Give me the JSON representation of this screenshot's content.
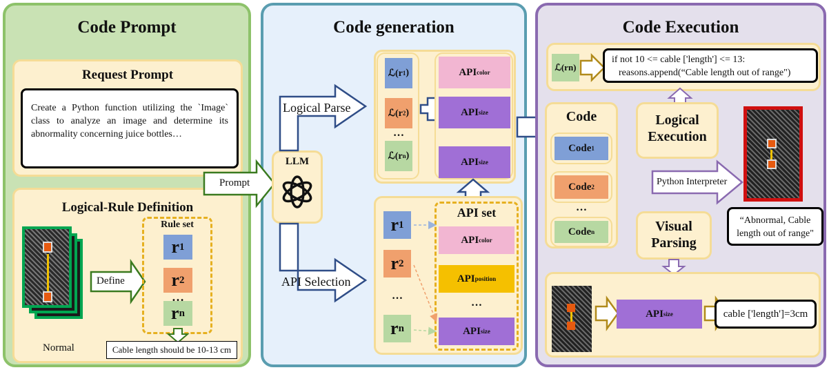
{
  "panels": {
    "prompt": {
      "title": "Code Prompt",
      "request_title": "Request Prompt",
      "request_text": "Create a Python function utilizing the `Image` class to analyze an image and determine its abnormality concerning juice bottles…",
      "rule_title": "Logical-Rule Definition",
      "define_label": "Define",
      "ruleset_label": "Rule set",
      "normal_label": "Normal",
      "cable_note": "Cable length should be 10-13 cm",
      "rules": [
        {
          "letter": "r",
          "sub": "1"
        },
        {
          "letter": "r",
          "sub": "2"
        },
        {
          "letter": "r",
          "sub": "n"
        }
      ],
      "ellipsis": "…"
    },
    "generation": {
      "title": "Code generation",
      "prompt_label": "Prompt",
      "llm_label": "LLM",
      "logical_parse_label": "Logical Parse",
      "api_selection_label": "API Selection",
      "api_set_label": "API set",
      "parse_items": [
        {
          "text": "ℒ(r",
          "sub": "1",
          "close": ")"
        },
        {
          "text": "ℒ(r",
          "sub": "2",
          "close": ")"
        },
        {
          "text": "ℒ(r",
          "sub": "n",
          "close": ")"
        }
      ],
      "parse_apis": [
        {
          "base": "API",
          "sub": "color"
        },
        {
          "base": "API",
          "sub": "size"
        },
        {
          "base": "API",
          "sub": "size"
        }
      ],
      "sel_rules": [
        {
          "letter": "r",
          "sub": "1"
        },
        {
          "letter": "r",
          "sub": "2"
        },
        {
          "letter": "r",
          "sub": "n"
        }
      ],
      "sel_apis": [
        {
          "base": "API",
          "sub": "color"
        },
        {
          "base": "API",
          "sub": "position"
        },
        {
          "base": "API",
          "sub": "size"
        }
      ],
      "ellipsis": "…",
      "plus": "+"
    },
    "execution": {
      "title": "Code Execution",
      "lrn_label": "ℒ(rn)",
      "code_line1": "if not 10 <= cable ['length'] <= 13:",
      "code_line2": "reasons.append(“Cable length out of range\")",
      "code_title": "Code",
      "codes": [
        {
          "base": "Code",
          "sub": "1"
        },
        {
          "base": "Code",
          "sub": "2"
        },
        {
          "base": "Code",
          "sub": "n"
        }
      ],
      "logical_exec_line1": "Logical",
      "logical_exec_line2": "Execution",
      "python_interp": "Python Interpreter",
      "result_text": "“Abnormal, Cable length out of range\"",
      "visual_line1": "Visual",
      "visual_line2": "Parsing",
      "api_size": {
        "base": "API",
        "sub": "size"
      },
      "cable_out": "cable ['length']=3cm",
      "ellipsis": "…"
    }
  },
  "colors": {
    "panel1_bg": "#c9e2b4",
    "panel2_bg": "#e6f0fb",
    "panel3_bg": "#e4e0ec",
    "rule_blue": "#7f9fd6",
    "rule_orange": "#f0a06d",
    "rule_green": "#b7d8a2",
    "api_pink": "#f2b6d2",
    "api_purple": "#a06fd6",
    "api_yellow": "#f5c000"
  }
}
